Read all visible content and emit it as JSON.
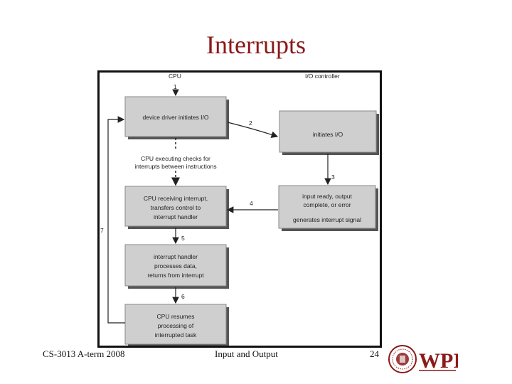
{
  "slide": {
    "title": "Interrupts",
    "footer_left": "CS-3013 A-term 2008",
    "footer_center": "Input and Output",
    "page_number": "24"
  },
  "diagram": {
    "column_cpu": "CPU",
    "column_io": "I/O controller",
    "steps": [
      "1",
      "2",
      "3",
      "4",
      "5",
      "6",
      "7"
    ],
    "boxes": {
      "driver": [
        "device driver initiates I/O"
      ],
      "initiates": [
        "initiates I/O"
      ],
      "ready": [
        "input ready, output",
        "complete, or error"
      ],
      "ready_signal": "generates interrupt signal",
      "receiving": [
        "CPU receiving interrupt,",
        "transfers control to",
        "interrupt handler"
      ],
      "handler": [
        "interrupt handler",
        "processes data,",
        "returns from interrupt"
      ],
      "resumes": [
        "CPU resumes",
        "processing of",
        "interrupted task"
      ]
    },
    "checks_text": [
      "CPU executing checks for",
      "interrupts between instructions"
    ]
  },
  "logo": {
    "text": "WPI",
    "color": "#8b1a1a"
  }
}
